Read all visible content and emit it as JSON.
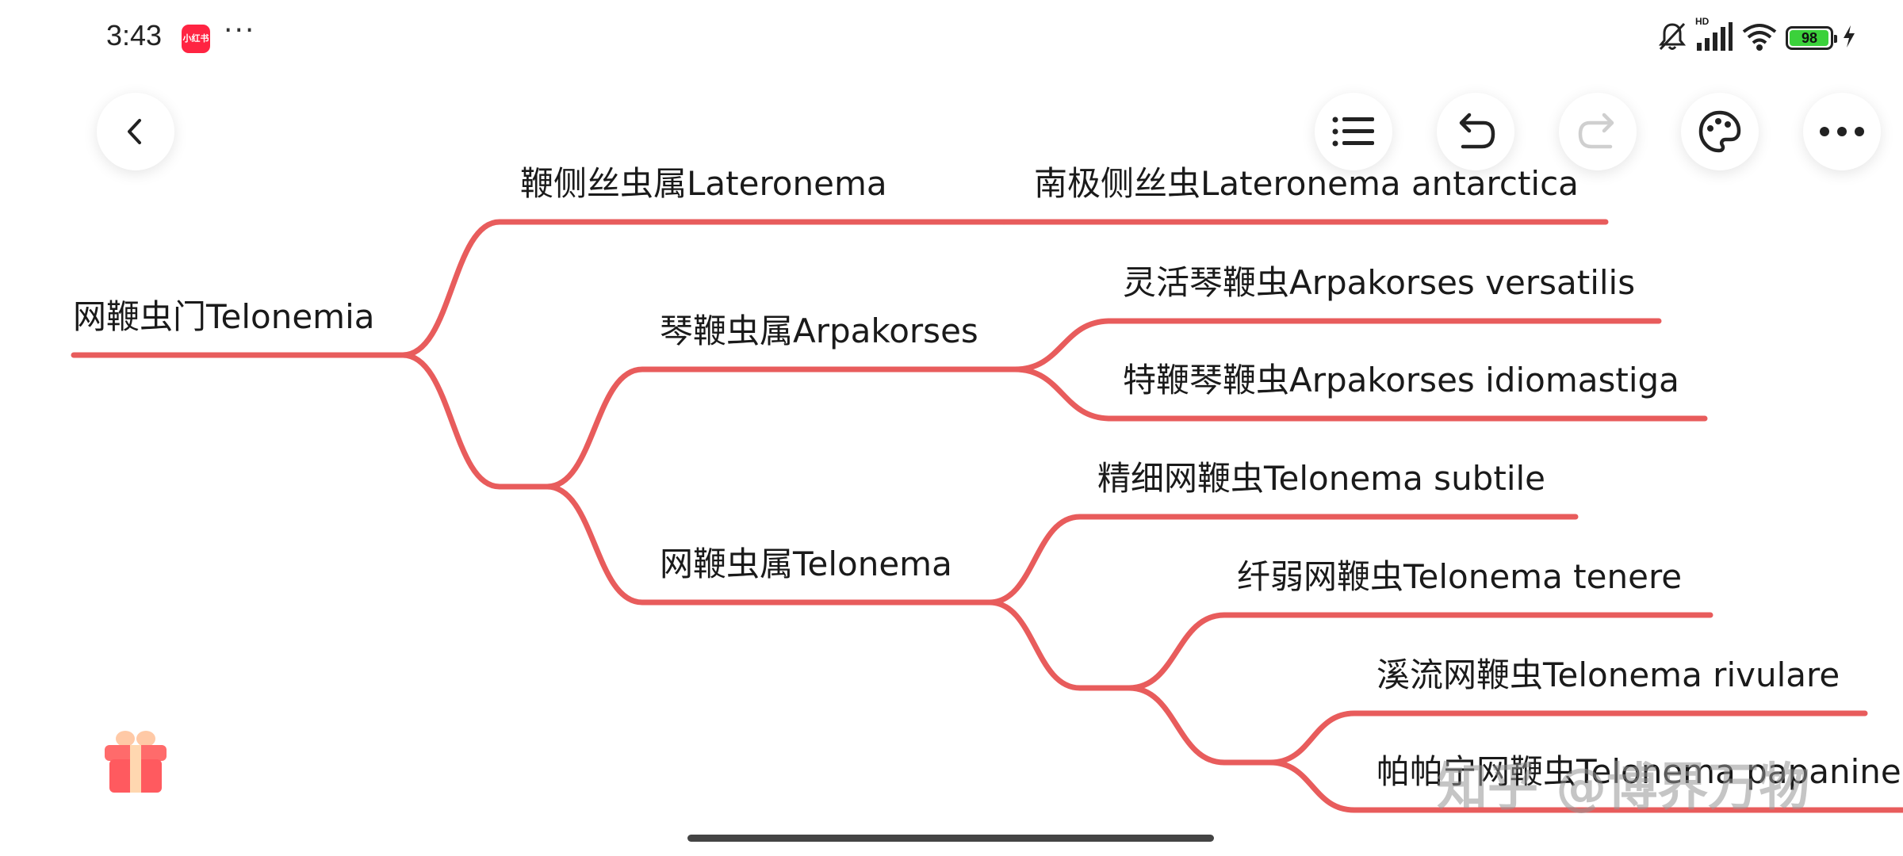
{
  "status_bar": {
    "time": "3:43",
    "app_badge": "小红书",
    "more_dots": "···",
    "hd_label": "HD",
    "battery_level": 98,
    "battery_text": "98",
    "icons": [
      "mute-bell-icon",
      "cellular-signal-icon",
      "wifi-icon",
      "battery-icon",
      "charging-bolt-icon"
    ]
  },
  "toolbar": {
    "icons": [
      "back-icon",
      "outline-list-icon",
      "undo-icon",
      "redo-icon",
      "palette-icon",
      "more-icon"
    ],
    "redo_enabled": false
  },
  "mindmap": {
    "line_color": "#e85c5c",
    "root": "网鞭虫门Telonemia",
    "genera": {
      "lateronema": "鞭侧丝虫属Lateronema",
      "arpakorses": "琴鞭虫属Arpakorses",
      "telonema": "网鞭虫属Telonema"
    },
    "species": {
      "lateronema_antarctica": "南极侧丝虫Lateronema antarctica",
      "arpakorses_versatilis": "灵活琴鞭虫Arpakorses versatilis",
      "arpakorses_idiomastiga": "特鞭琴鞭虫Arpakorses idiomastiga",
      "telonema_subtile": "精细网鞭虫Telonema subtile",
      "telonema_tenere": "纤弱网鞭虫Telonema tenere",
      "telonema_rivulare": "溪流网鞭虫Telonema rivulare",
      "telonema_papanine": "帕帕宁网鞭虫Telonema papanine"
    }
  },
  "watermark": "知乎 @博界万物",
  "gift_icon": "gift-icon"
}
